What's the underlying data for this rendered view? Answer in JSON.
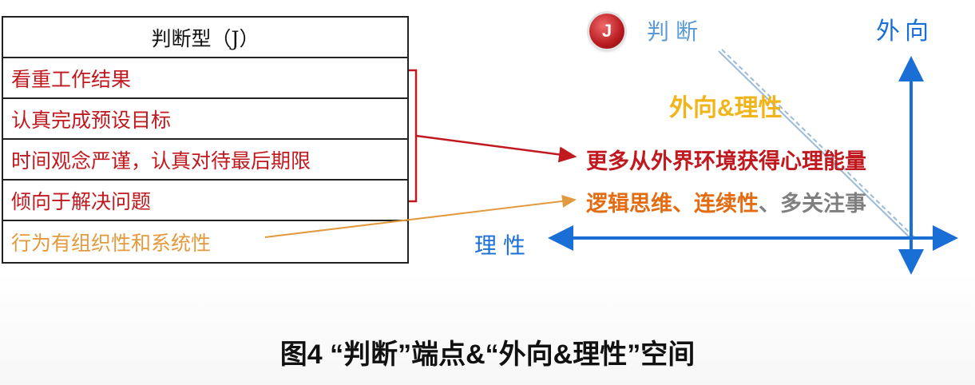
{
  "table": {
    "header": "判断型（J）",
    "rows": [
      "看重工作结果",
      "认真完成预设目标",
      "时间观念严谨，认真对待最后期限",
      "倾向于解决问题",
      "行为有组织性和系统性"
    ]
  },
  "badge": {
    "letter": "J"
  },
  "labels": {
    "judge": "判断",
    "extraversion": "外向",
    "rational": "理性"
  },
  "quadrant": {
    "title": "外向&理性",
    "bullet1": "更多从外界环境获得心理能量",
    "bullet2_part1": "逻辑思维、连续性",
    "bullet2_part2": "、多关注事"
  },
  "caption": "图4 “判断”端点&“外向&理性”空间",
  "colors": {
    "red": "#c0191f",
    "orange": "#e39a3f",
    "blue": "#1a6fd6",
    "light_blue": "#5b9bd5",
    "gold": "#f1b51c",
    "gray": "#7f7f7f"
  }
}
